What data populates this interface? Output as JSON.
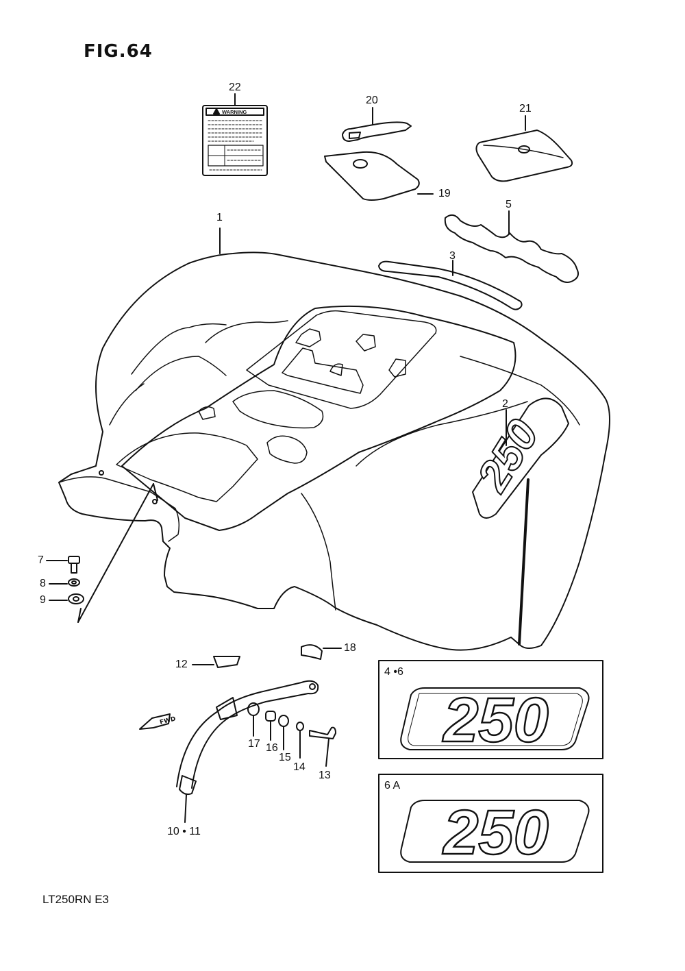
{
  "figure": {
    "title": "FIG.64",
    "model_code": "LT250RN  E3"
  },
  "warning_label": {
    "heading": "WARNING"
  },
  "direction_marker": {
    "text": "FWD"
  },
  "callouts": {
    "c1": "1",
    "c2": "2",
    "c3": "3",
    "c5": "5",
    "c7": "7",
    "c8": "8",
    "c9": "9",
    "c10_11": "10 • 11",
    "c12": "12",
    "c13": "13",
    "c14": "14",
    "c15": "15",
    "c16": "16",
    "c17": "17",
    "c18": "18",
    "c19": "19",
    "c20": "20",
    "c21": "21",
    "c22": "22"
  },
  "insets": [
    {
      "label": "4 •6",
      "decal_text": "250"
    },
    {
      "label": "6 A",
      "decal_text": "250"
    }
  ],
  "fender_decal": {
    "text": "250"
  }
}
